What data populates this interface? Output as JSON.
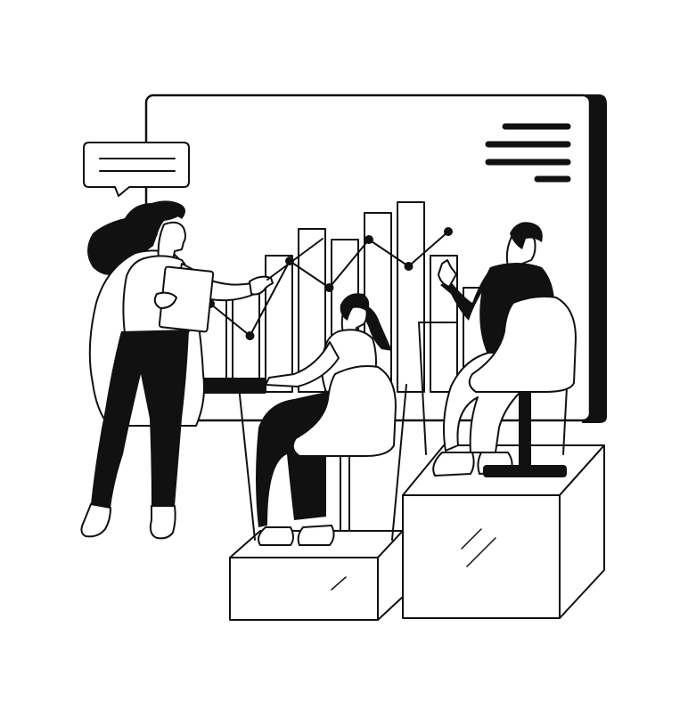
{
  "illustration": {
    "palette": {
      "ink": "#111111",
      "paper": "#ffffff"
    },
    "board": {
      "bar_levels": [
        0.38,
        0.37,
        0.51,
        0.61,
        0.57,
        0.67,
        0.71,
        0.51,
        0.39,
        0.36
      ],
      "trend_levels": [
        0.33,
        0.21,
        0.49,
        0.39,
        0.57,
        0.47,
        0.6
      ]
    },
    "people": [
      "presenter",
      "seated-woman",
      "seated-man"
    ]
  }
}
